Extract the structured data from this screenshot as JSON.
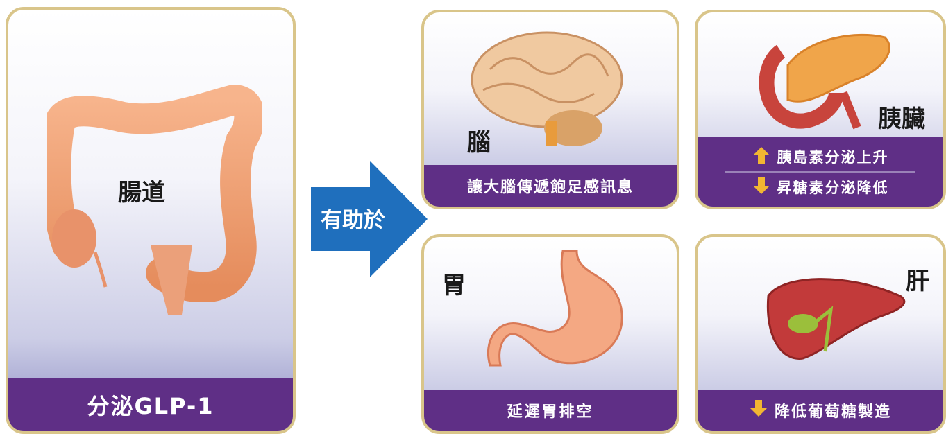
{
  "intestine": {
    "name": "腸道",
    "action": "分泌GLP-1"
  },
  "connector": {
    "label": "有助於"
  },
  "brain": {
    "name": "腦",
    "effect": "讓大腦傳遞飽足感訊息"
  },
  "pancreas": {
    "name": "胰臟",
    "effects": [
      {
        "direction": "up",
        "text": "胰島素分泌上升"
      },
      {
        "direction": "down",
        "text": "昇糖素分泌降低"
      }
    ]
  },
  "stomach": {
    "name": "胃",
    "effect": "延遲胃排空"
  },
  "liver": {
    "name": "肝",
    "effect": {
      "direction": "down",
      "text": "降低葡萄糖製造"
    }
  },
  "colors": {
    "bar": "#5f2f86",
    "border": "#d9c58a",
    "arrow": "#1f6fbd",
    "up_down_icon": "#f2b632"
  }
}
